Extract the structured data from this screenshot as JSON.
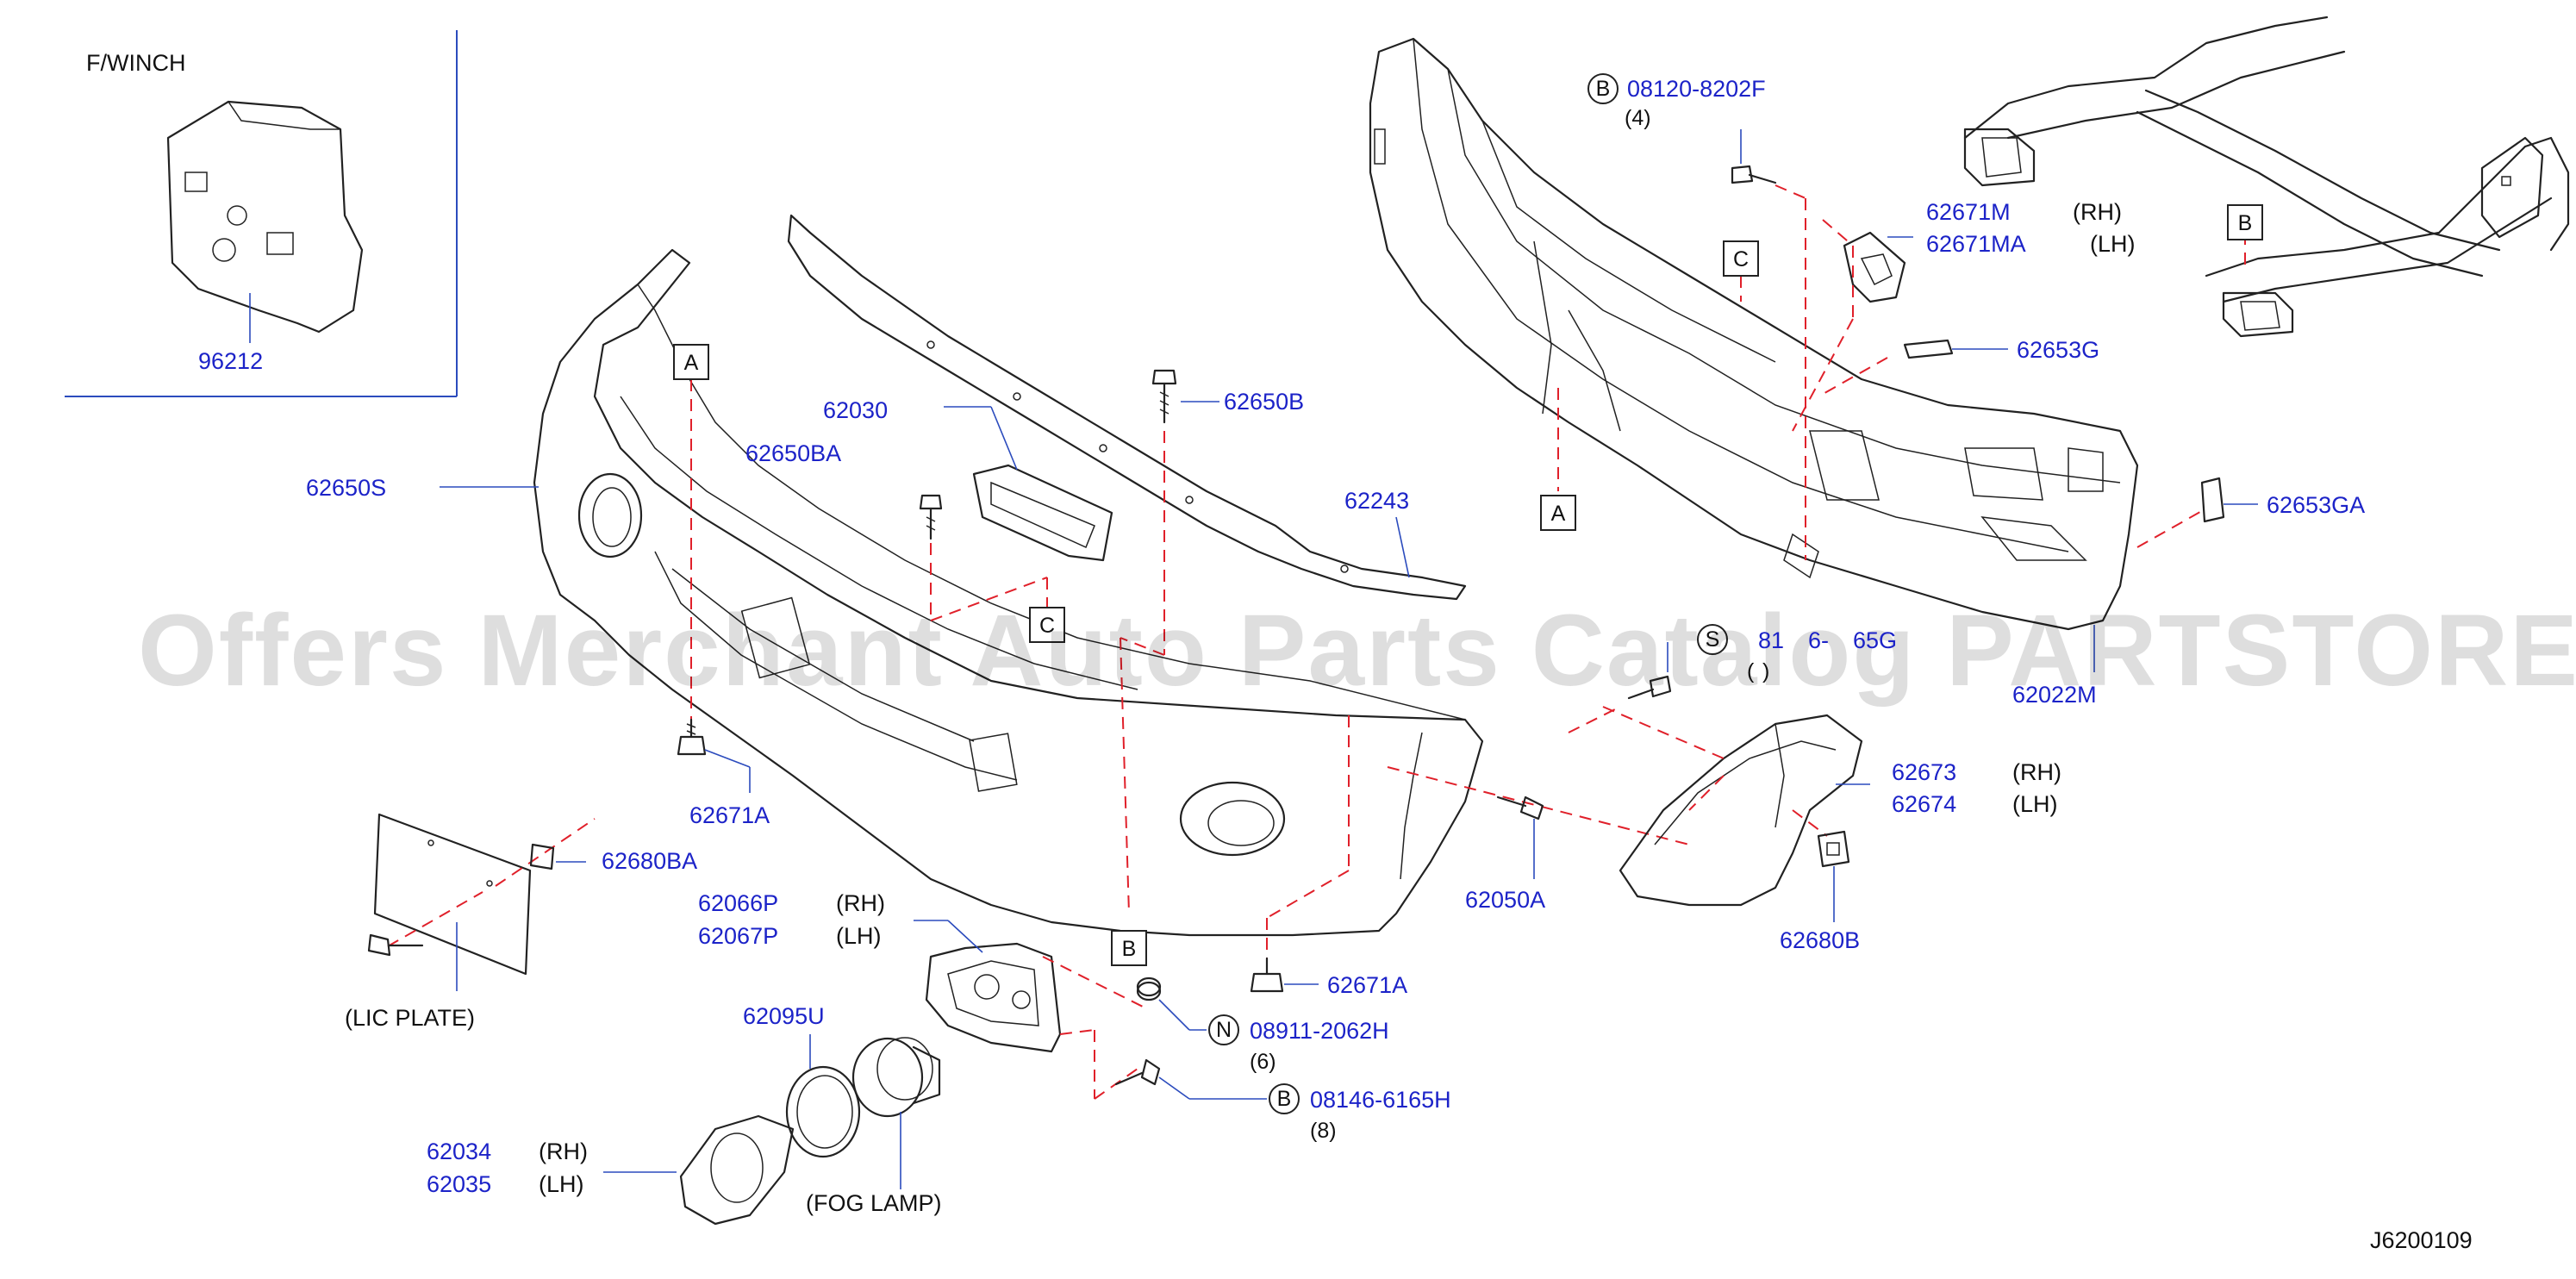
{
  "diagram_id": "J6200109",
  "watermark": "Offers Merchant Auto Parts Catalog PARTSTORE.SA",
  "section_label": "F/WINCH",
  "notes": {
    "lic_plate": "(LIC PLATE)",
    "fog_lamp": "(FOG LAMP)"
  },
  "ref_markers": {
    "A": "A",
    "B": "B",
    "C": "C"
  },
  "parts": {
    "p96212": "96212",
    "p62650S": "62650S",
    "p62030": "62030",
    "p62650BA": "62650BA",
    "p62650B": "62650B",
    "p62243": "62243",
    "p62671A_upper": "62671A",
    "p62671A_lower": "62671A",
    "p62680BA": "62680BA",
    "p62066P": "62066P",
    "p62066P_side": "(RH)",
    "p62067P": "62067P",
    "p62067P_side": "(LH)",
    "p62095U": "62095U",
    "p62034": "62034",
    "p62034_side": "(RH)",
    "p62035": "62035",
    "p62035_side": "(LH)",
    "p08911": "08911-2062H",
    "p08911_sym": "N",
    "p08911_qty": "(6)",
    "p08146": "08146-6165H",
    "p08146_sym": "B",
    "p08146_qty": "(8)",
    "p08120": "08120-8202F",
    "p08120_sym": "B",
    "p08120_qty": "(4)",
    "p62671M": "62671M",
    "p62671M_side": "(RH)",
    "p62671MA": "62671MA",
    "p62671MA_side": "(LH)",
    "p62653G": "62653G",
    "p62653GA": "62653GA",
    "p62022M": "62022M",
    "pS_num": "81",
    "pS_num2": "6-",
    "pS_num3": "65G",
    "pS_sym": "S",
    "pS_qty": "(",
    "pS_qty2": ")",
    "p62673": "62673",
    "p62673_side": "(RH)",
    "p62674": "62674",
    "p62674_side": "(LH)",
    "p62050A": "62050A",
    "p62680B": "62680B"
  }
}
